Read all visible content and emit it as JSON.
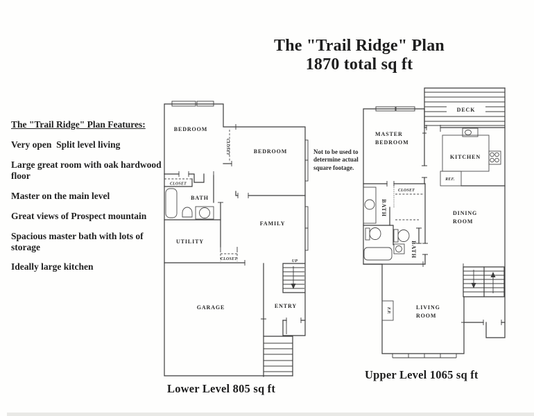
{
  "title": {
    "line1": "The \"Trail Ridge\" Plan",
    "line2": "1870 total sq ft"
  },
  "features": {
    "heading": "The \"Trail Ridge\" Plan Features:",
    "items": [
      "Very open  Split level living",
      "Large great room with oak hardwood floor",
      "Master on the main level",
      "Great views of Prospect mountain",
      "Spacious master bath with lots of storage",
      "Ideally large kitchen"
    ]
  },
  "disclaimer": "Not to be used to determine actual square footage.",
  "lower_plan": {
    "caption": "Lower Level 805 sq ft",
    "labels": {
      "bedroom1": "BEDROOM",
      "bedroom2": "BEDROOM",
      "closet_vert": "CLOSET",
      "closet_bath": "CLOSET",
      "bath": "BATH",
      "utility": "UTILITY",
      "family": "FAMILY",
      "closet_family": "CLOSET",
      "garage": "GARAGE",
      "entry": "ENTRY",
      "up": "UP"
    }
  },
  "upper_plan": {
    "caption": "Upper Level 1065 sq ft",
    "labels": {
      "deck": "DECK",
      "master1": "MASTER",
      "master2": "BEDROOM",
      "kitchen": "KITCHEN",
      "ref": "REF.",
      "closet": "CLOSET",
      "bath1": "BATH",
      "bath2": "BATH",
      "dining1": "DINING",
      "dining2": "ROOM",
      "living1": "LIVING",
      "living2": "ROOM",
      "fp": "F.P."
    }
  },
  "colors": {
    "ink": "#2a2a2a",
    "paper": "#fefefd"
  }
}
